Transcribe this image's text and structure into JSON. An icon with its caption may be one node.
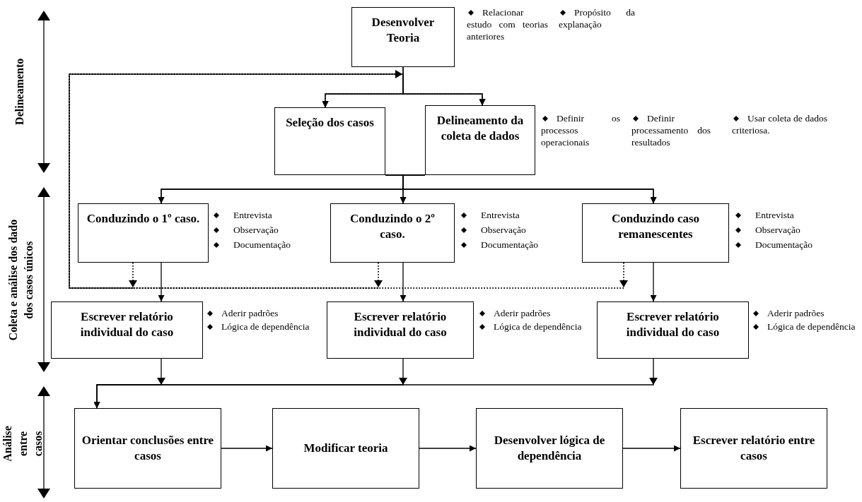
{
  "diagram": {
    "nodes": [
      {
        "text": [
          "Desenvolver Teoria"
        ],
        "beside": [
          "Relacionar estudo com teorias anteriores",
          "Propósito da explanação"
        ]
      },
      {
        "text": [
          "Seleção dos casos"
        ]
      },
      {
        "text": [
          "Delineamento da coleta de dados"
        ],
        "beside": [
          "Definir os processos operacionais",
          "Definir processamento dos resultados",
          "Usar coleta de dados criteriosa."
        ]
      },
      {
        "text": [
          "Conduzindo o 1º caso."
        ],
        "beside": [
          "Entrevista",
          "Observação",
          "Documentação"
        ]
      },
      {
        "text": [
          "Conduzindo o 2º caso."
        ],
        "beside": [
          "Entrevista",
          "Observação",
          "Documentação"
        ]
      },
      {
        "text": [
          "Conduzindo caso remanescentes"
        ],
        "beside": [
          "Entrevista",
          "Observação",
          "Documentação"
        ]
      },
      {
        "text": [
          "Escrever relatório individual do caso"
        ],
        "beside": [
          "Aderir padrões",
          "Lógica de dependência"
        ]
      },
      {
        "text": [
          "Escrever relatório individual do caso"
        ],
        "beside": [
          "Aderir padrões",
          "Lógica de dependência"
        ]
      },
      {
        "text": [
          "Escrever relatório individual do caso"
        ],
        "beside": [
          "Aderir padrões",
          "Lógica de dependência"
        ]
      },
      {
        "text": [
          "Orientar conclusões entre casos"
        ]
      },
      {
        "text": [
          "Modificar teoria"
        ]
      },
      {
        "text": [
          "Desenvolver lógica de dependência"
        ]
      },
      {
        "text": [
          "Escrever relatório entre casos"
        ]
      }
    ],
    "edges": [
      {
        "from": 0,
        "to": 1,
        "arrow": "to"
      },
      {
        "from": 0,
        "to": 2,
        "arrow": "to"
      },
      {
        "from": 1,
        "to": 3,
        "arrow": "to"
      },
      {
        "from": 1,
        "to": 4,
        "arrow": "to"
      },
      {
        "from": 1,
        "to": 5,
        "arrow": "to"
      },
      {
        "from": 2,
        "to": 3,
        "arrow": "to"
      },
      {
        "from": 2,
        "to": 4,
        "arrow": "to"
      },
      {
        "from": 2,
        "to": 5,
        "arrow": "to"
      },
      {
        "from": 3,
        "to": 6,
        "arrow": "to"
      },
      {
        "from": 4,
        "to": 7,
        "arrow": "to"
      },
      {
        "from": 5,
        "to": 8,
        "arrow": "to"
      },
      {
        "from": 3,
        "to": 1,
        "arrow": "to",
        "style": "dashed"
      },
      {
        "from": 3,
        "to": 2,
        "arrow": "to",
        "style": "dashed"
      },
      {
        "from": 4,
        "to": 1,
        "arrow": "to",
        "style": "dashed"
      },
      {
        "from": 4,
        "to": 2,
        "arrow": "to",
        "style": "dashed"
      },
      {
        "from": 5,
        "to": 1,
        "arrow": "to",
        "style": "dashed"
      },
      {
        "from": 5,
        "to": 2,
        "arrow": "to",
        "style": "dashed"
      },
      {
        "from": 6,
        "to": 9,
        "arrow": "to"
      },
      {
        "from": 7,
        "to": 9,
        "arrow": "to"
      },
      {
        "from": 8,
        "to": 9,
        "arrow": "to"
      },
      {
        "from": 9,
        "to": 10,
        "arrow": "to"
      },
      {
        "from": 10,
        "to": 11,
        "arrow": "to"
      },
      {
        "from": 11,
        "to": 12,
        "arrow": "to"
      }
    ],
    "labels": [
      "Delineamento",
      "Coleta e análise dos dado dos casos únicos",
      "Análise entre casos"
    ]
  }
}
